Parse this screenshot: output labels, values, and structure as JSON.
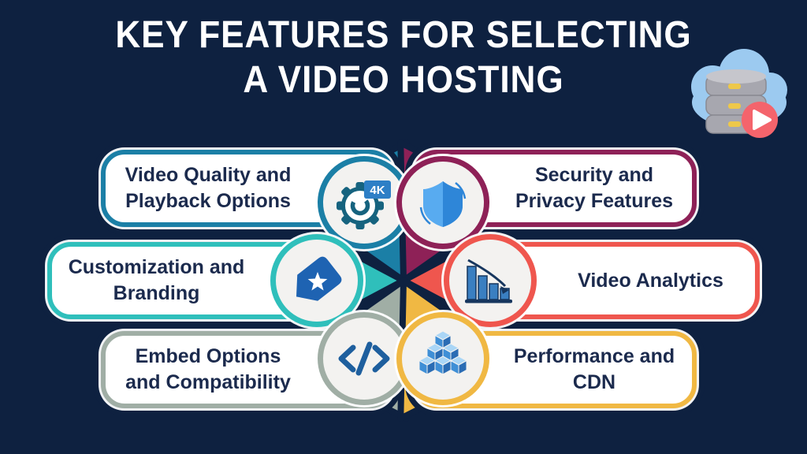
{
  "title": {
    "line1": "KEY FEATURES FOR SELECTING",
    "line2": "A VIDEO HOSTING"
  },
  "badge_4k": "4K",
  "features": [
    {
      "label_line1": "Video Quality and",
      "label_line2": "Playback Options",
      "color": "#1b7fa6",
      "icon": "gear-4k-icon"
    },
    {
      "label_line1": "Security and",
      "label_line2": "Privacy Features",
      "color": "#8e2157",
      "icon": "shield-icon"
    },
    {
      "label_line1": "Customization and",
      "label_line2": "Branding",
      "color": "#2fbfbb",
      "icon": "brand-tag-icon"
    },
    {
      "label_line1": "Video Analytics",
      "label_line2": "",
      "color": "#ef564e",
      "icon": "analytics-chart-icon"
    },
    {
      "label_line1": "Embed Options",
      "label_line2": "and Compatibility",
      "color": "#a0aea5",
      "icon": "code-embed-icon"
    },
    {
      "label_line1": "Performance and",
      "label_line2": "CDN",
      "color": "#f0b843",
      "icon": "cdn-cubes-icon"
    }
  ],
  "colors": {
    "background": "#0e2140",
    "pill_fill": "#ffffff",
    "text": "#1b2a4d",
    "title_text": "#ffffff",
    "circle_fill": "#f3f2f0"
  },
  "palette": {
    "icon_teal": "#16637f",
    "badge_blue": "#2d7fc6",
    "tag_blue": "#1e63b2",
    "code_blue": "#1e5f9e",
    "shield_light": "#58abf0",
    "shield_dark": "#2e86d8",
    "bar_blue": "#3a7fc1",
    "bar_dark": "#16365e",
    "cube_top": "#aad6f6",
    "cube_left": "#3f8fd6",
    "cube_right": "#2a6cb4",
    "cloud_blue": "#9ccaf0",
    "server_gray": "#a7a7af",
    "server_edge": "#8a8a92",
    "server_top": "#c6c6cc",
    "light_yellow": "#eec84a",
    "play_red": "#f4646c"
  }
}
